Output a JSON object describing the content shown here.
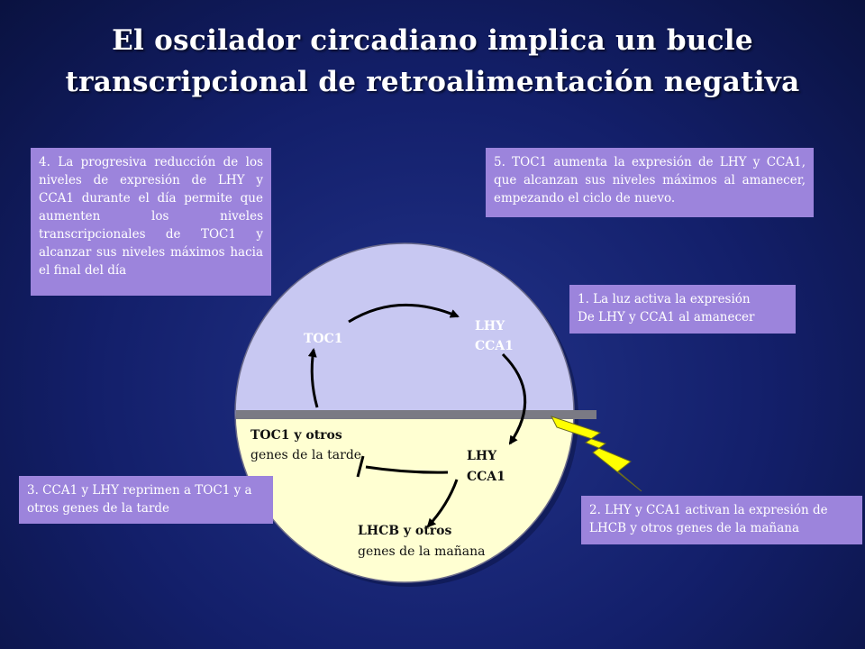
{
  "title": "El oscilador circadiano implica un bucle transcripcional de retroalimentación negativa",
  "notes": {
    "n4": "4. La progresiva reducción de los niveles de expresión de LHY y CCA1 durante el día permite que aumenten los niveles transcripcionales de TOC1 y alcanzar sus niveles máximos hacia el final del día",
    "n5": "5. TOC1 aumenta la expresión de LHY y CCA1, que alcanzan sus niveles máximos al amanecer, empezando el ciclo de nuevo.",
    "n1_line1": "1. La luz activa la expresión",
    "n1_line2": "De LHY y CCA1 al amanecer",
    "n3": "3. CCA1 y LHY reprimen a TOC1 y a otros genes de la tarde",
    "n2": "2. LHY y CCA1 activan la expresión de LHCB y otros genes de la mañana"
  },
  "cycle": {
    "toc1_top": "TOC1",
    "lhy_top": "LHY",
    "cca1_top": "CCA1",
    "toc1_genes_line1": "TOC1 y otros",
    "toc1_genes_line2": "genes de la tarde",
    "lhy_bottom": "LHY",
    "cca1_bottom": "CCA1",
    "lhcb_line1": "LHCB y otros",
    "lhcb_line2": "genes de la mañana"
  },
  "colors": {
    "night": "#c8c8f2",
    "day": "#ffffd2",
    "note_box": "#9c84dc",
    "lightning": "#ffff00"
  }
}
